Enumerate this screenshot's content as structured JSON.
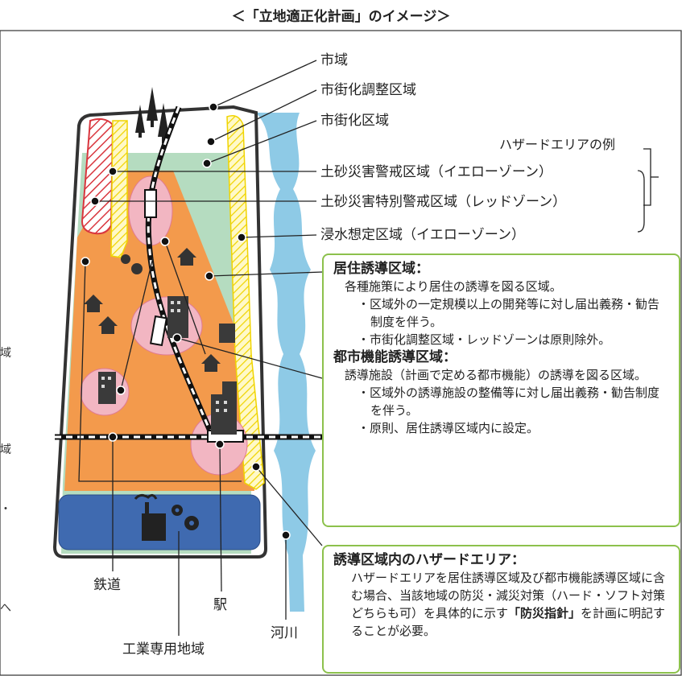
{
  "title": "＜「立地適正化計画」のイメージ＞",
  "labels": {
    "city_area": "市域",
    "urbanization_control": "市街化調整区域",
    "urbanization_area": "市街化区域",
    "hazard_example": "ハザードエリアの例",
    "landslide_yellow": "土砂災害警戒区域（イエローゾーン）",
    "landslide_red": "土砂災害特別警戒区域（レッドゾーン）",
    "flood_assumed": "浸水想定区域（イエローゾーン）",
    "railway": "鉄道",
    "station": "駅",
    "industrial": "工業専用地域",
    "river": "河川"
  },
  "residential_box": {
    "heading": "居住誘導区域：",
    "lines": [
      "各種施策により居住の誘導を図る区域。",
      "・区域外の一定規模以上の開発等に対し届出義務・勧告制度を伴う。",
      "・市街化調整区域・レッドゾーンは原則除外。"
    ],
    "heading2": "都市機能誘導区域：",
    "lines2": [
      "誘導施設（計画で定める都市機能）の誘導を図る区域。",
      "・区域外の誘導施設の整備等に対し届出義務・勧告制度を伴う。",
      "・原則、居住誘導区域内に設定。"
    ]
  },
  "hazard_box": {
    "heading": "誘導区域内のハザードエリア：",
    "text_before": "ハザードエリアを居住誘導区域及び都市機能誘導区域に含む場合、当該地域の防災・減災対策（ハード・ソフト対策どちらも可）を具体的に示す",
    "emphasis": "「防災指針」",
    "text_after": "を計画に明記することが必要。"
  },
  "edge_fragments": [
    "域",
    "域",
    "・",
    "へ"
  ],
  "colors": {
    "urban": "#f39a4c",
    "control": "#b5dcc0",
    "center": "#f2b6c2",
    "industrial": "#3f6ab0",
    "river": "#8ecae6",
    "yellow": "#fff27a",
    "red": "#d9363e",
    "accent_border": "#8cc14c"
  }
}
